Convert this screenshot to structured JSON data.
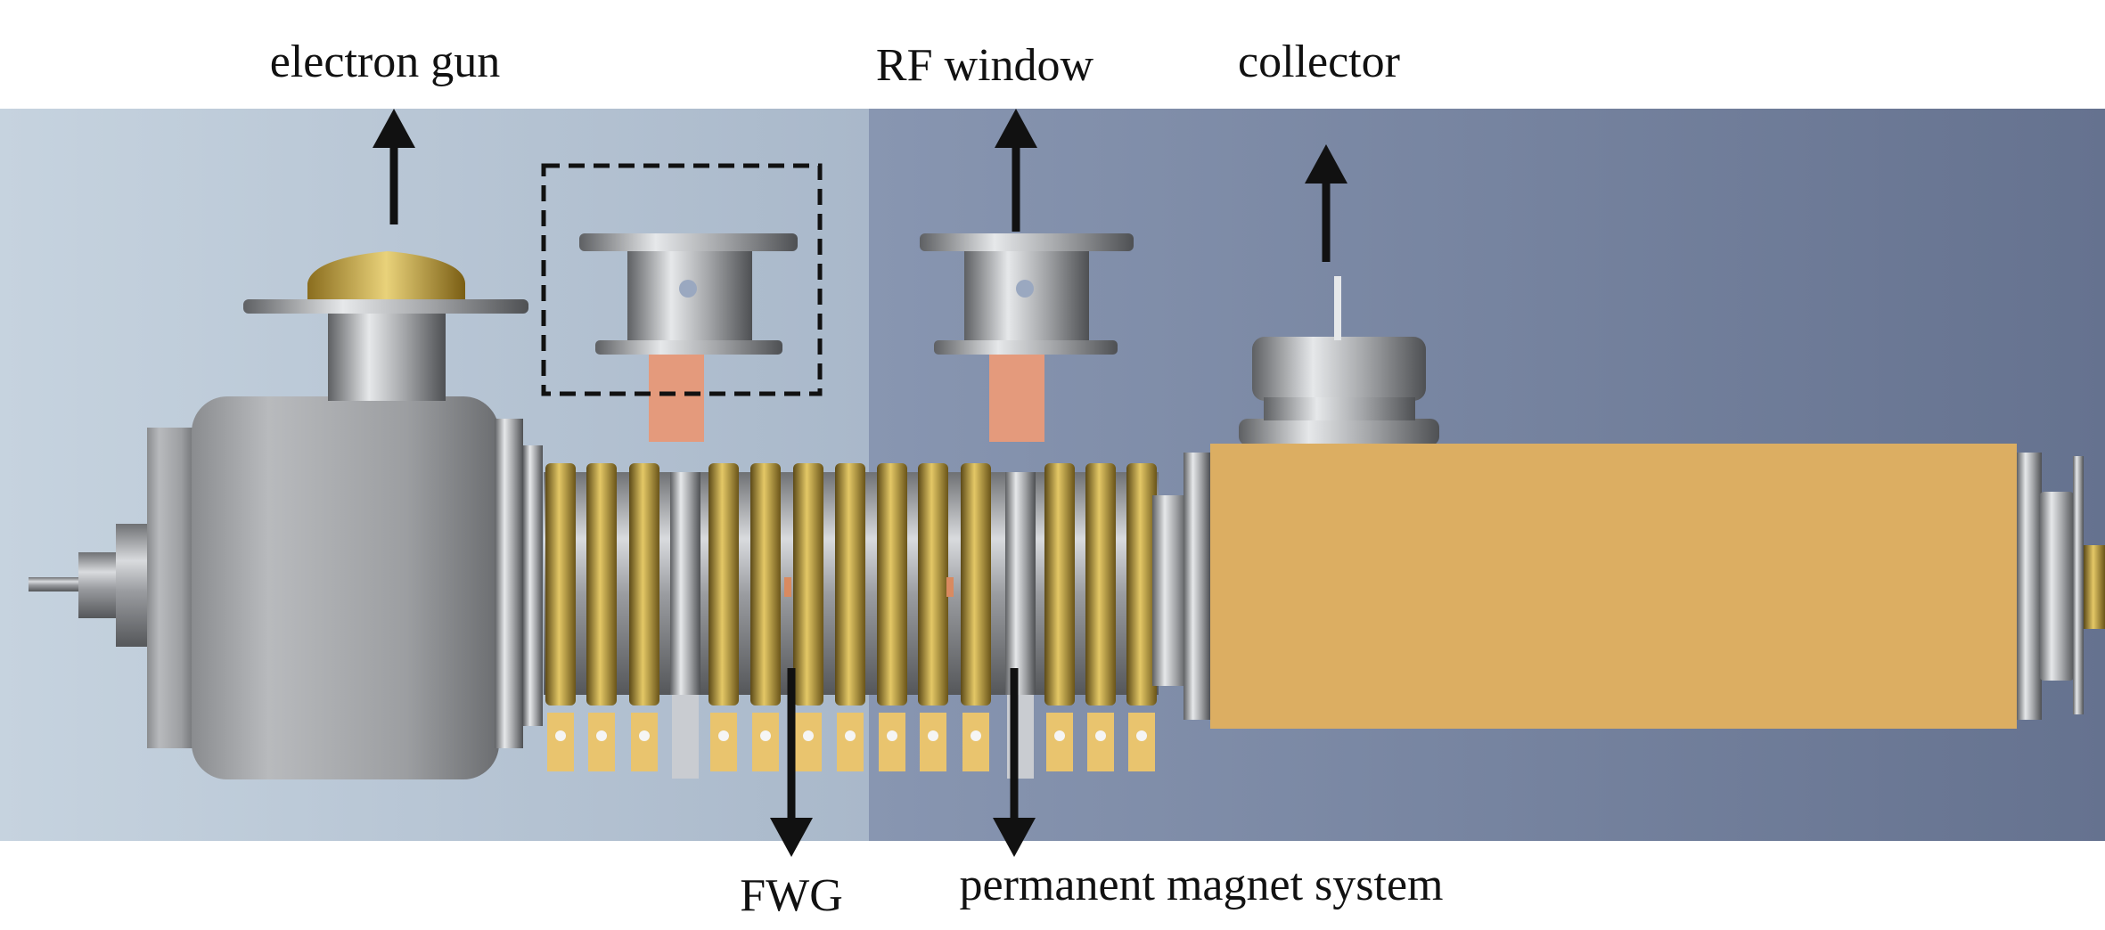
{
  "labels": {
    "electron_gun": "electron gun",
    "rf_window": "RF window",
    "collector": "collector",
    "fwg": "FWG",
    "permanent_magnet_system": "permanent magnet system"
  },
  "colors": {
    "background_left": "#bccbd9",
    "background_right": "#6f7d9c",
    "magnet_gold": "#c9a64a",
    "collector_body": "#dcae62",
    "waveguide_copper": "#e49a7c",
    "pole_piece_yellow": "#e9c46e",
    "arrow": "#111111"
  },
  "icons": {
    "arrow": "arrow-icon"
  }
}
